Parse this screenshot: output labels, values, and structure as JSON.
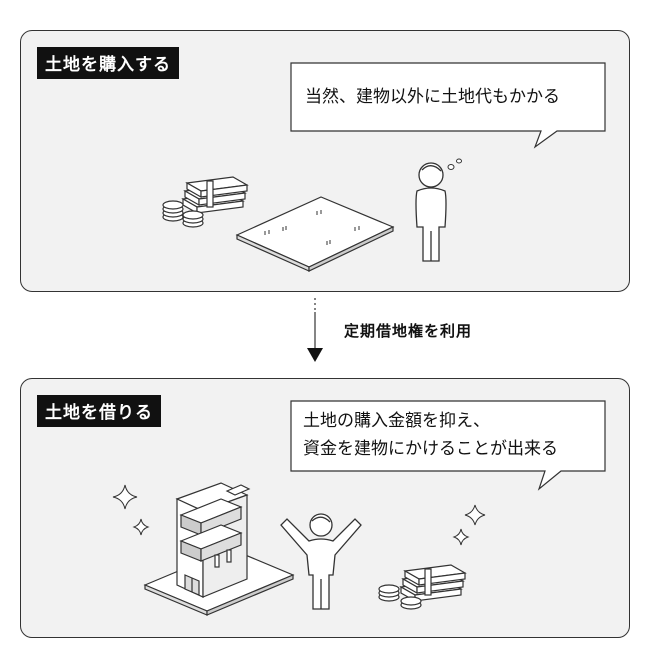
{
  "top_panel": {
    "label": "土地を購入する",
    "bubble": "当然、建物以外に土地代もかかる"
  },
  "transition": {
    "text": "定期借地権を利用"
  },
  "bottom_panel": {
    "label": "土地を借りる",
    "bubble_line1": "土地の購入金額を抑え、",
    "bubble_line2": "資金を建物にかけることが出来る"
  },
  "icons": [
    "money-stack-icon",
    "coins-icon",
    "land-plot-icon",
    "person-icon",
    "sweat-drops-icon",
    "building-icon",
    "sparkle-icon",
    "cheering-person-icon",
    "down-arrow-icon"
  ]
}
